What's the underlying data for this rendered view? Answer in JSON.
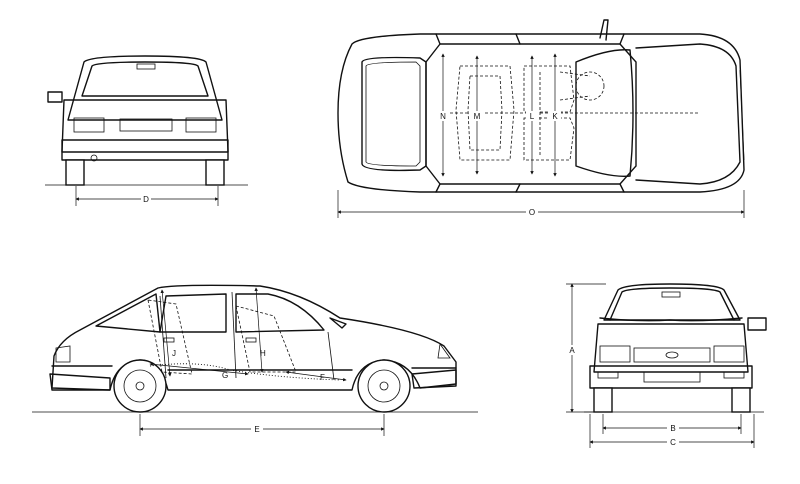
{
  "labels": {
    "A": "A",
    "B": "B",
    "C": "C",
    "D": "D",
    "E": "E",
    "F": "F",
    "G": "G",
    "H": "H",
    "J": "J",
    "K": "K",
    "L": "L",
    "M": "M",
    "N": "N",
    "O": "O"
  }
}
